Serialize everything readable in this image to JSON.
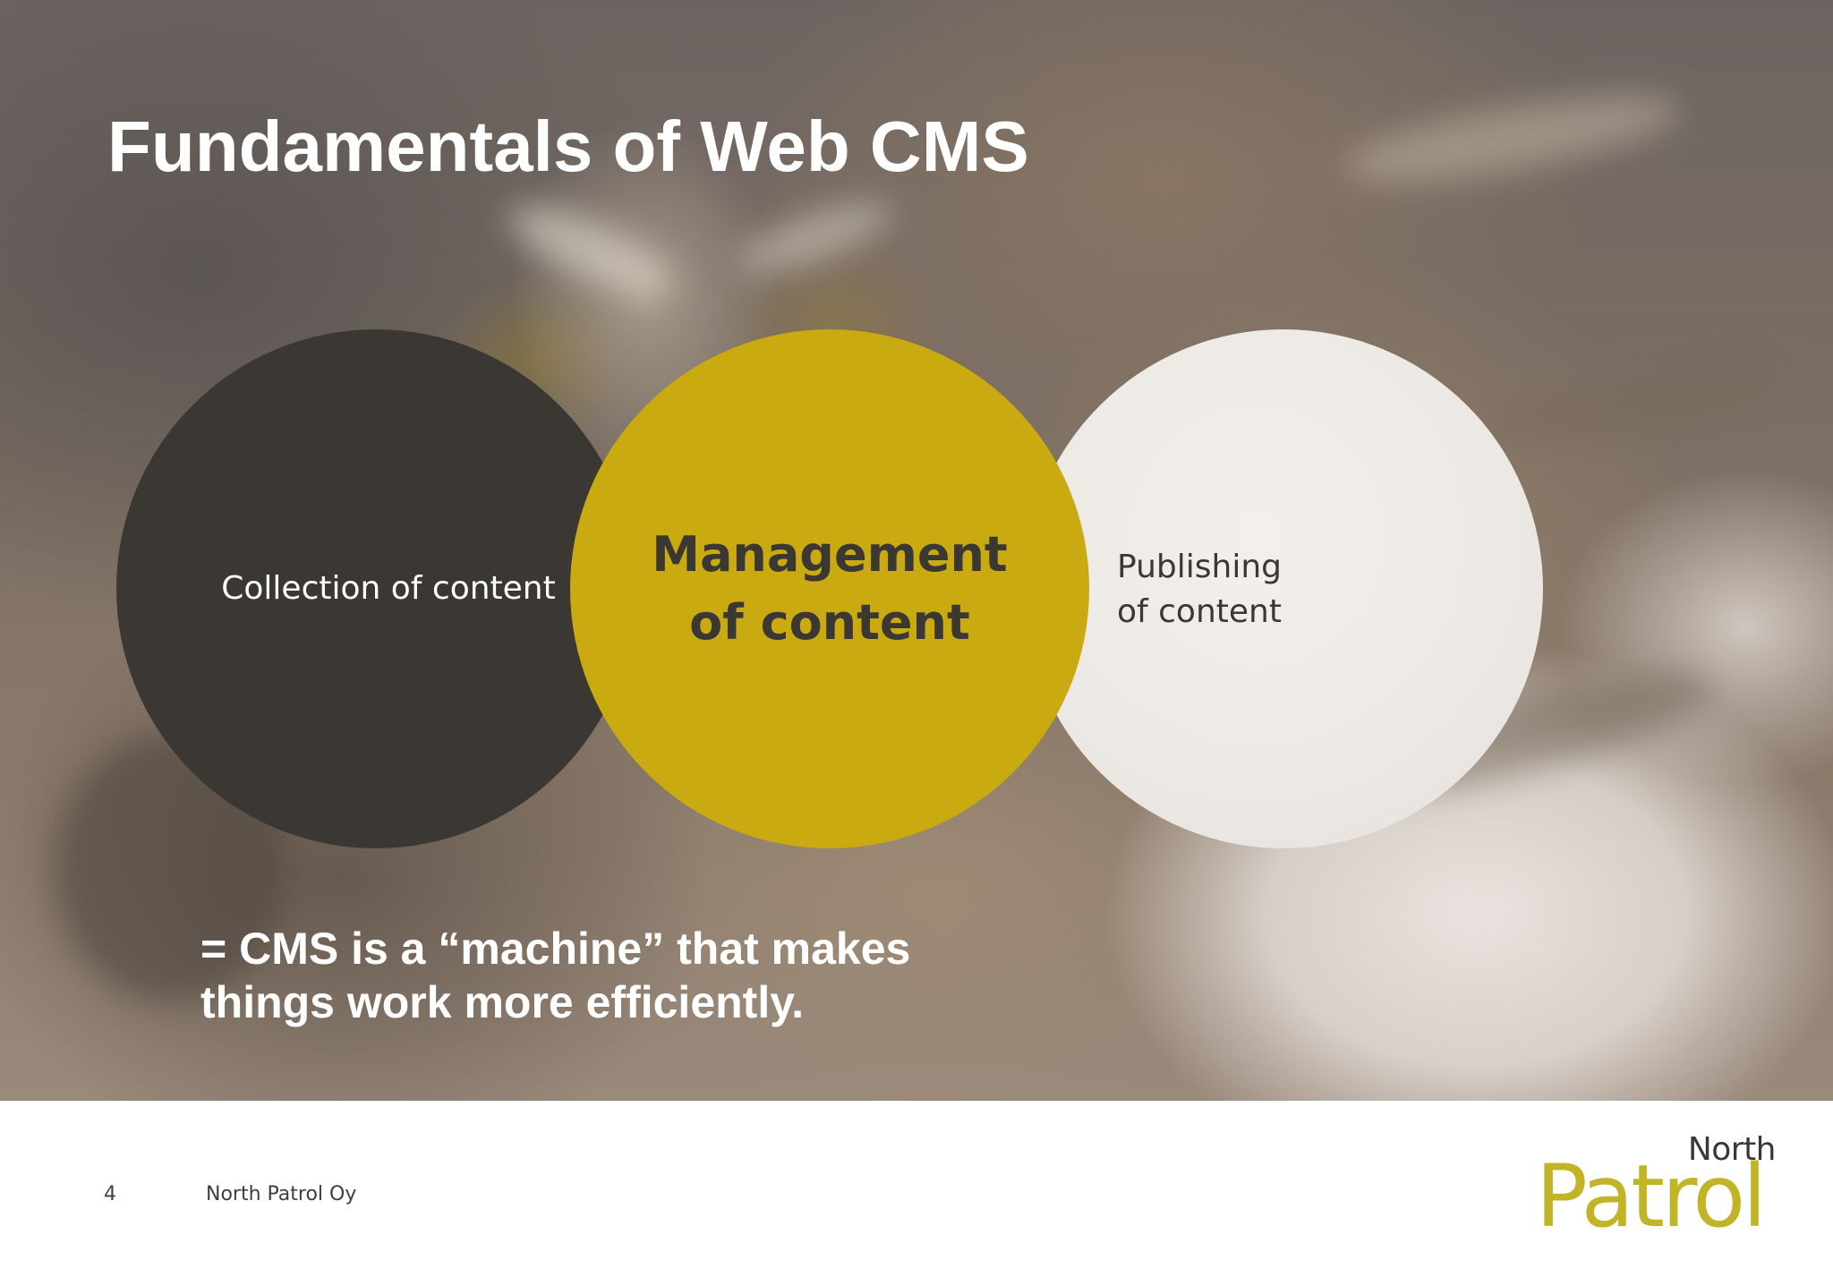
{
  "slide": {
    "title": "Fundamentals of Web CMS",
    "circles": {
      "collection": {
        "label": "Collection of content",
        "color": "#3b3733"
      },
      "management": {
        "line1": "Management",
        "line2": "of content",
        "color": "#c9aa10"
      },
      "publishing": {
        "line1": "Publishing",
        "line2": "of content",
        "color": "#ede9e5"
      }
    },
    "statement": {
      "line1": "= CMS is a “machine” that makes",
      "line2": "things work more efficiently."
    }
  },
  "footer": {
    "page_number": "4",
    "company": "North Patrol Oy",
    "logo": {
      "word_small": "North",
      "word_large": "Patrol",
      "color": "#c2b427"
    }
  }
}
